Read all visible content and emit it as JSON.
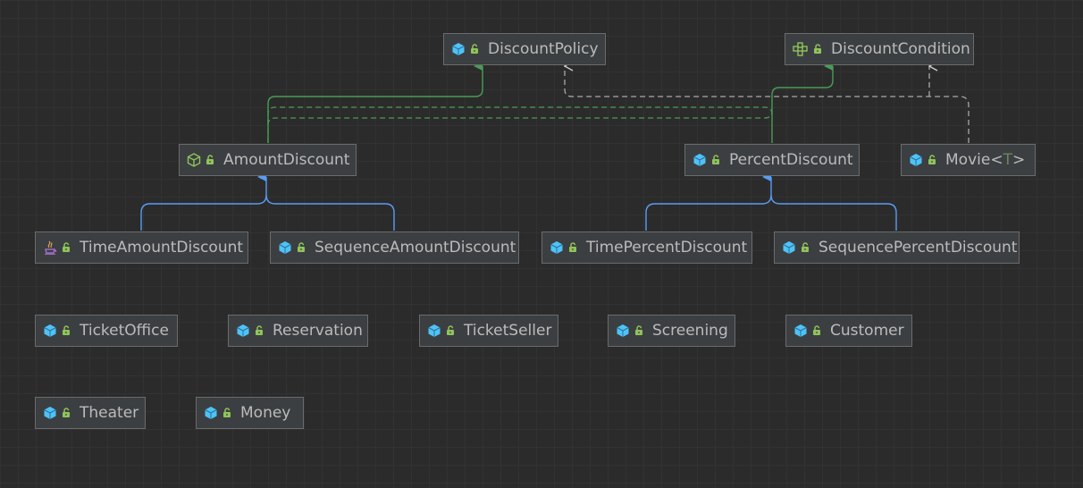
{
  "colors": {
    "background": "#2b2b2b",
    "node_fill": "#3c3f41",
    "node_border": "#6b6b6b",
    "node_text": "#bbbbbb",
    "inheritance_edge": "#589df6",
    "implementation_edge": "#499c54",
    "dependency_edge": "#a9a9a9"
  },
  "nodes": {
    "discount_policy": {
      "label": "DiscountPolicy",
      "icon": "class-icon"
    },
    "discount_condition": {
      "label": "DiscountCondition",
      "icon": "interface-icon"
    },
    "amount_discount": {
      "label": "AmountDiscount",
      "icon": "abstract-class-icon"
    },
    "percent_discount": {
      "label": "PercentDiscount",
      "icon": "class-icon"
    },
    "movie": {
      "label": "Movie",
      "type_param_open": "<",
      "type_param": "T",
      "type_param_close": ">",
      "icon": "class-icon"
    },
    "time_amount_discount": {
      "label": "TimeAmountDiscount",
      "icon": "java-file-icon"
    },
    "sequence_amount_discount": {
      "label": "SequenceAmountDiscount",
      "icon": "class-icon"
    },
    "time_percent_discount": {
      "label": "TimePercentDiscount",
      "icon": "class-icon"
    },
    "sequence_percent_discount": {
      "label": "SequencePercentDiscount",
      "icon": "class-icon"
    },
    "ticket_office": {
      "label": "TicketOffice",
      "icon": "class-icon"
    },
    "reservation": {
      "label": "Reservation",
      "icon": "class-icon"
    },
    "ticket_seller": {
      "label": "TicketSeller",
      "icon": "class-icon"
    },
    "screening": {
      "label": "Screening",
      "icon": "class-icon"
    },
    "customer": {
      "label": "Customer",
      "icon": "class-icon"
    },
    "theater": {
      "label": "Theater",
      "icon": "class-icon"
    },
    "money": {
      "label": "Money",
      "icon": "class-icon"
    }
  },
  "edges": [
    {
      "from": "amount_discount",
      "to": "discount_policy",
      "type": "implementation"
    },
    {
      "from": "percent_discount",
      "to": "discount_condition",
      "type": "implementation"
    },
    {
      "from": "amount_discount",
      "to": "discount_condition",
      "type": "dependency"
    },
    {
      "from": "percent_discount",
      "to": "discount_policy",
      "type": "dependency"
    },
    {
      "from": "movie",
      "to": "discount_policy",
      "type": "dependency"
    },
    {
      "from": "movie",
      "to": "discount_condition",
      "type": "dependency"
    },
    {
      "from": "time_amount_discount",
      "to": "amount_discount",
      "type": "inheritance"
    },
    {
      "from": "sequence_amount_discount",
      "to": "amount_discount",
      "type": "inheritance"
    },
    {
      "from": "time_percent_discount",
      "to": "percent_discount",
      "type": "inheritance"
    },
    {
      "from": "sequence_percent_discount",
      "to": "percent_discount",
      "type": "inheritance"
    }
  ]
}
